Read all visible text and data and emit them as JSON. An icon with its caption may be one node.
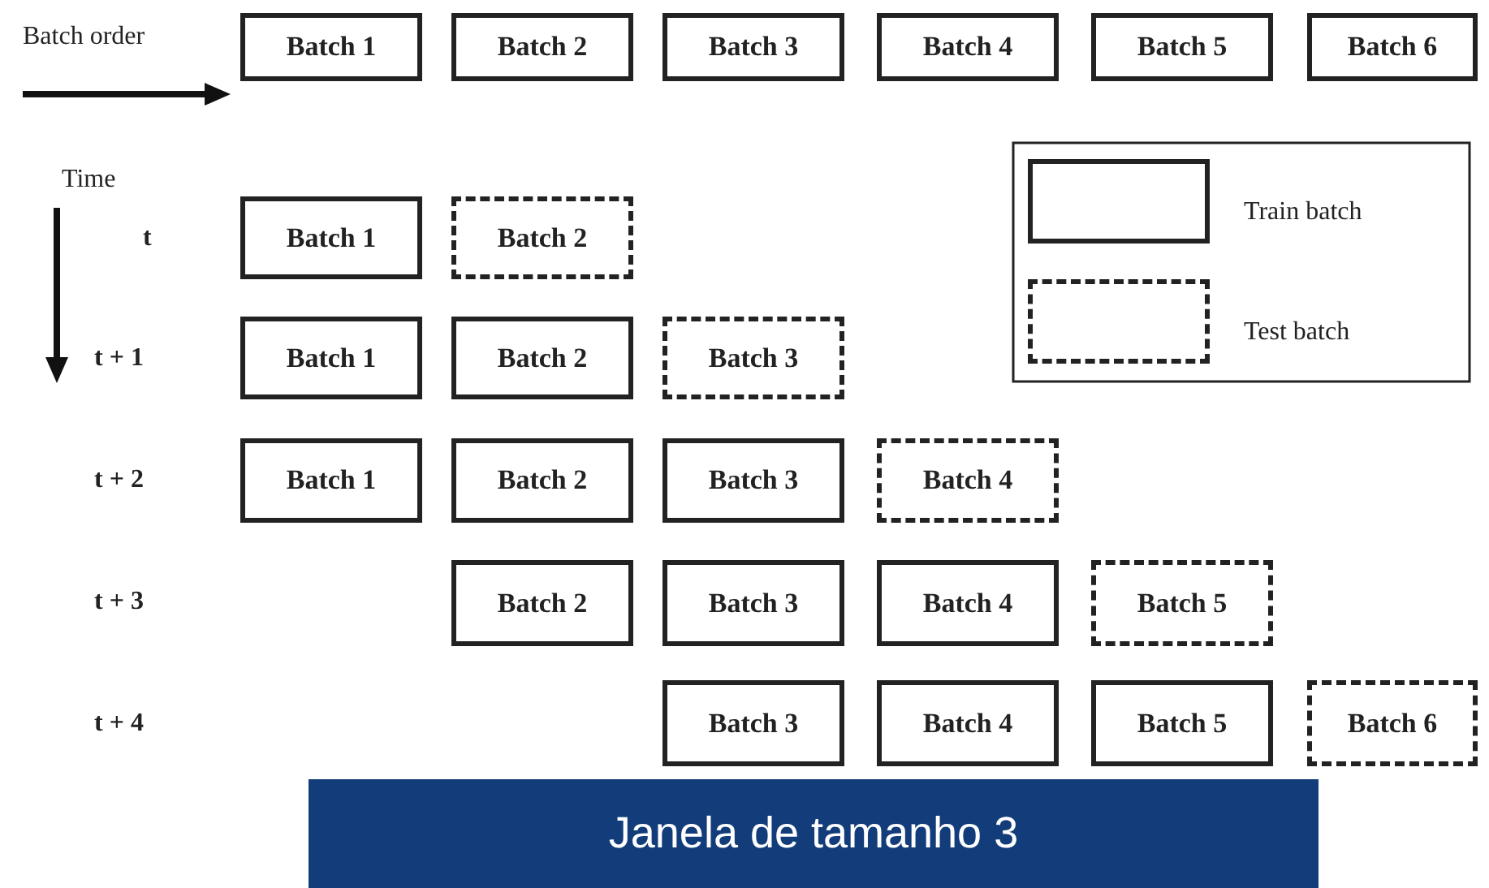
{
  "diagram": {
    "nodes": [
      {
        "text": [
          "Batch 1"
        ]
      },
      {
        "text": [
          "Batch 2"
        ]
      },
      {
        "text": [
          "Batch 3"
        ]
      },
      {
        "text": [
          "Batch 4"
        ]
      },
      {
        "text": [
          "Batch 5"
        ]
      },
      {
        "text": [
          "Batch 6"
        ]
      },
      {
        "text": [
          "Batch 1"
        ]
      },
      {
        "text": [
          "Batch 2"
        ]
      },
      {
        "text": [
          "Batch 1"
        ]
      },
      {
        "text": [
          "Batch 2"
        ]
      },
      {
        "text": [
          "Batch 3"
        ]
      },
      {
        "text": [
          "Batch 1"
        ]
      },
      {
        "text": [
          "Batch 2"
        ]
      },
      {
        "text": [
          "Batch 3"
        ]
      },
      {
        "text": [
          "Batch 4"
        ]
      },
      {
        "text": [
          "Batch 2"
        ]
      },
      {
        "text": [
          "Batch 3"
        ]
      },
      {
        "text": [
          "Batch 4"
        ]
      },
      {
        "text": [
          "Batch 5"
        ]
      },
      {
        "text": [
          "Batch 3"
        ]
      },
      {
        "text": [
          "Batch 4"
        ]
      },
      {
        "text": [
          "Batch 5"
        ]
      },
      {
        "text": [
          "Batch 6"
        ]
      },
      {
        "text": [
          "Janela de tamanho 3"
        ]
      }
    ],
    "edges": [],
    "labels": [
      "Batch order",
      "Time",
      "t",
      "t + 1",
      "t + 2",
      "t + 3",
      "t + 4"
    ],
    "legend": [
      {
        "text": "Train batch"
      },
      {
        "text": "Test batch"
      }
    ]
  }
}
